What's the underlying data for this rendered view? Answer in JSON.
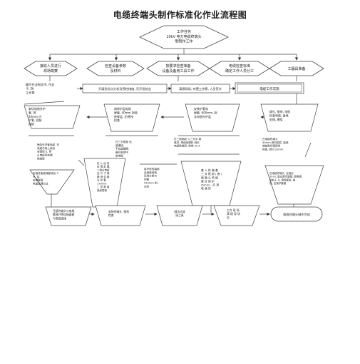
{
  "title": "电缆终端头制作标准化作业流程图",
  "nodes": {
    "start": [
      "工作任务",
      "10kV 电力电缆终端头",
      "制制作工作"
    ],
    "stage1": [
      "接收人员进行",
      "现场勘察"
    ],
    "stage2": [
      "检查设备参数",
      "及材料"
    ],
    "stage3": [
      "按要求检查准备",
      "设备及备用工具工作"
    ],
    "stage4": [
      "电缆检查标准",
      "确定工作人员分工"
    ],
    "stage5": [
      "工器具准备"
    ],
    "row2_a": [
      "编写作业指导书, 作业",
      "卡, 指",
      "工作票"
    ],
    "row2_b": [
      "开展危险点分析及预控措施, 召开班前会"
    ],
    "row2_c": [
      "清理现场, 布置工作票, 人员签字"
    ],
    "row2_d": [
      "电缆工作实施"
    ],
    "step_strip": [
      "剥切电缆外护",
      "套, 将",
      "20mm 内",
      "护套, 铠装",
      "接地"
    ],
    "step_shield": [
      "剥除护层电缆",
      "屏蔽, 40mm 剥除",
      "绝缘层, 无锈蚀",
      "检查"
    ],
    "step_semicon": [
      "安装护套电",
      "屏蔽, 600mm, 剥",
      "去电缆外护层"
    ],
    "step_check": [
      "绑扎, 接地, 电缆",
      "检查电缆, 接地",
      "处理, 缠绕"
    ],
    "note_left1": [
      "锉除外护套电缆, 在",
      "电缆芯线上绕包",
      "安装线 b, 将",
      "从电缆导线端",
      "绝缘层"
    ],
    "note_mid1": [
      "在三叉根部 包",
      "装缠绕,",
      "不应留缝隙,",
      "最后安装中 ",
      "胶带固"
    ],
    "note_mid2": [
      "在三相电缆 入三叉中 剥",
      "离好, 再使用塑料 剥去",
      "电缆绝缘层, 绝缘 20 A"
    ],
    "note_right1": [
      "在电缆终端头",
      "40mm 剥切铜层, 距离",
      "端部剥切铜层绝",
      "缘端, 剥切 20mm"
    ],
    "note_left2": [
      "在相线电缆端部绕包 5",
      "环, 将",
      "安装截面",
      "电缆处理方法"
    ],
    "note_center_a": [
      "在 入 后 电",
      "应 端 处 置,",
      "二相分电缆",
      "应 尺 寸 规",
      "格 绕 包 套",
      "与 护 套 ",
      "170mm",
      "二 层 剥 离",
      "绝缘层剥"
    ],
    "note_center_b": [
      "将护线的端部",
      "至绝缘线剥,",
      "采用分相与",
      "剥离",
      "250mm 剥、",
      "去除"
    ],
    "note_center_c": [
      "套 入 终 端 套",
      "三 叉 根 部 ( 套 )",
      "缩 端 头 热 缩",
      "套 应 保 护",
      "(5mm) , 应 用",
      "收 缩 时"
    ],
    "note_right2": [
      "在电缆终端头, 在相应",
      "5mm, 取出剥切铜层, 距离端",
      "面处于 H, 清除套层, 绕",
      "包, 应保护套管"
    ],
    "final_a": [
      "压接终端头与电缆",
      "套具并将连接器套",
      "与电缆连接"
    ],
    "final_b": [
      "安装终端头, 接地",
      "检查"
    ],
    "final_c": [
      "绑出式或",
      "接工具"
    ],
    "final_d": [
      "工作 现 场",
      "清 理 现 场",
      "交"
    ],
    "end": [
      "电缆终端头制作完成"
    ]
  }
}
